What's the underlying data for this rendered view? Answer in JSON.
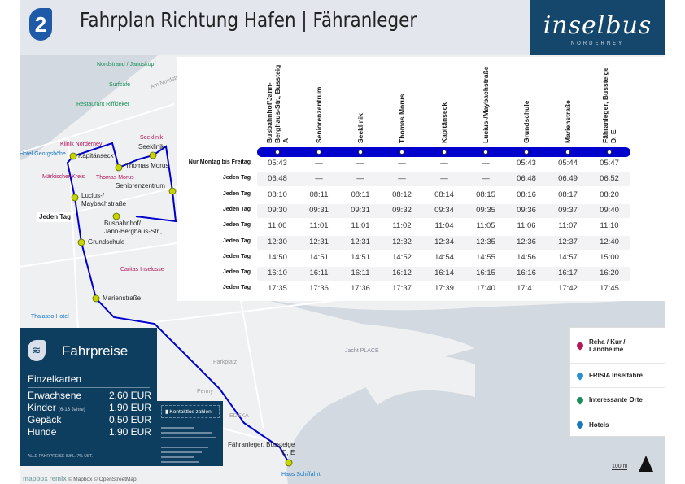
{
  "header": {
    "line_number": "2",
    "title": "Fahrplan Richtung Hafen | Fähranleger",
    "logo_text": "inselbus",
    "logo_sub": "NORDERNEY"
  },
  "stops": [
    "Busbahnhof/Jann-\nBerghaus-Str., Bussteig A",
    "Seniorenzentrum",
    "Seeklinik",
    "Thomas Morus",
    "Kapitänseck",
    "Lucius-/Maybachstraße",
    "Grundschule",
    "Marienstraße",
    "Fähranleger, Bussteige D, E"
  ],
  "timetable": [
    {
      "label": "Nur Montag bis Freitag",
      "times": [
        "05:43",
        "—",
        "—",
        "—",
        "—",
        "—",
        "05:43",
        "05:44",
        "05:47"
      ]
    },
    {
      "label": "Jeden Tag",
      "times": [
        "06:48",
        "—",
        "—",
        "—",
        "—",
        "—",
        "06:48",
        "06:49",
        "06:52"
      ]
    },
    {
      "label": "Jeden Tag",
      "times": [
        "08:10",
        "08:11",
        "08:11",
        "08:12",
        "08:14",
        "08:15",
        "08:16",
        "08:17",
        "08:20"
      ]
    },
    {
      "label": "Jeden Tag",
      "times": [
        "09:30",
        "09:31",
        "09:31",
        "09:32",
        "09:34",
        "09:35",
        "09:36",
        "09:37",
        "09:40"
      ]
    },
    {
      "label": "Jeden Tag",
      "times": [
        "11:00",
        "11:01",
        "11:01",
        "11:02",
        "11:04",
        "11:05",
        "11:06",
        "11:07",
        "11:10"
      ]
    },
    {
      "label": "Jeden Tag",
      "times": [
        "12:30",
        "12:31",
        "12:31",
        "12:32",
        "12:34",
        "12:35",
        "12:36",
        "12:37",
        "12:40"
      ]
    },
    {
      "label": "Jeden Tag",
      "times": [
        "14:50",
        "14:51",
        "14:51",
        "14:52",
        "14:54",
        "14:55",
        "14:56",
        "14:57",
        "15:00"
      ]
    },
    {
      "label": "Jeden Tag",
      "times": [
        "16:10",
        "16:11",
        "16:11",
        "16:12",
        "16:14",
        "16:15",
        "16:16",
        "16:17",
        "16:20"
      ]
    },
    {
      "label": "Jeden Tag",
      "times": [
        "17:35",
        "17:36",
        "17:36",
        "17:37",
        "17:39",
        "17:40",
        "17:41",
        "17:42",
        "17:45"
      ]
    }
  ],
  "map": {
    "stop_labels": {
      "kapitaenseck": "Kapitänseck",
      "thomas_morus": "Thomas Morus",
      "seeklinik": "Seeklinik",
      "seniorenzentrum": "Seniorenzentrum",
      "lucius": "Lucius-/\nMaybachstraße",
      "busbahnhof": "Busbahnhof/\nJann-Berghaus-Str.,",
      "grundschule": "Grundschule",
      "marienstrasse": "Marienstraße",
      "faehranleger": "Fähranleger, Bussteige\nD, E",
      "jeden_tag": "Jeden Tag"
    },
    "poi": {
      "nordstrand": "Nordstrand / Januskopf",
      "surfcafe": "Surfcafe",
      "riffkieker": "Restaurant Riffkieker",
      "klinik": "Klinik Norderney",
      "georgshoehe": "Hotel Georgshöhe",
      "maerkischer": "Märkischer Kreis",
      "thomas_morus_poi": "Thomas Morus",
      "seeklinik_poi": "Seeklinik",
      "caritas": "Caritas Inselosse",
      "thalasso": "Thalasso Hotel",
      "haus_schiffahrt": "Haus Schiffahrt",
      "parkplatz": "Parkplatz",
      "penny": "Penny",
      "edeka": "EDEKA",
      "yacht": "Jacht PLACE",
      "am_nordstrand": "Am Nordstrand"
    }
  },
  "fares": {
    "title": "Fahrpreise",
    "section": "Einzelkarten",
    "items": [
      {
        "name": "Erwachsene",
        "note": "",
        "price": "2,60 EUR"
      },
      {
        "name": "Kinder",
        "note": "(6-13 Jahre)",
        "price": "1,90 EUR"
      },
      {
        "name": "Gepäck",
        "note": "",
        "price": "0,50 EUR"
      },
      {
        "name": "Hunde",
        "note": "",
        "price": "1,90 EUR"
      }
    ],
    "footnote": "ALLE FAHRPREISE INKL. 7% UST."
  },
  "contact": {
    "button": "Kontaktlos zahlen"
  },
  "legend": [
    {
      "label": "Reha / Kur / Landheime",
      "color": "#b0185a"
    },
    {
      "label": "FRISIA Inselfähre",
      "color": "#2b8fd0"
    },
    {
      "label": "Interessante Orte",
      "color": "#1a8f5a"
    },
    {
      "label": "Hotels",
      "color": "#1878c0"
    }
  ],
  "scale": "100 m",
  "attribution": {
    "mapbox": "mapbox",
    "remix": "remix",
    "credits": "© Mapbox © OpenStreetMap"
  },
  "colors": {
    "route": "#0000cc",
    "navy": "#0e3e5f",
    "stop_marker": "#c8d400"
  }
}
